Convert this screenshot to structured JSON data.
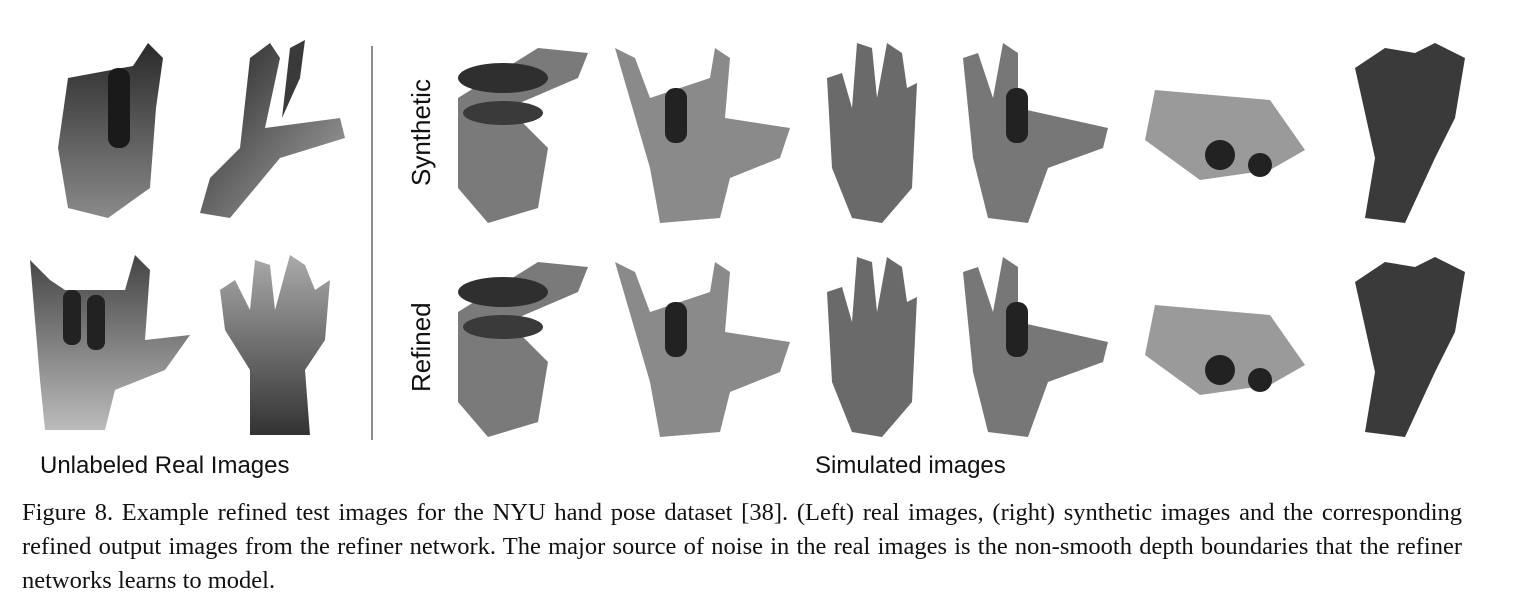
{
  "figure": {
    "real_label": "Unlabeled Real Images",
    "simulated_label": "Simulated images",
    "row_labels": {
      "synthetic": "Synthetic",
      "refined": "Refined"
    }
  },
  "caption": {
    "text": "Figure 8. Example refined test images for the NYU hand pose dataset [38].  (Left) real images, (right) synthetic images and the corresponding refined output images from the refiner network.  The major source of noise in the real images is the non-smooth depth boundaries that the refiner networks learns to model."
  },
  "colors": {
    "background": "#ffffff",
    "divider": "#8c8c8c",
    "text": "#111111"
  }
}
